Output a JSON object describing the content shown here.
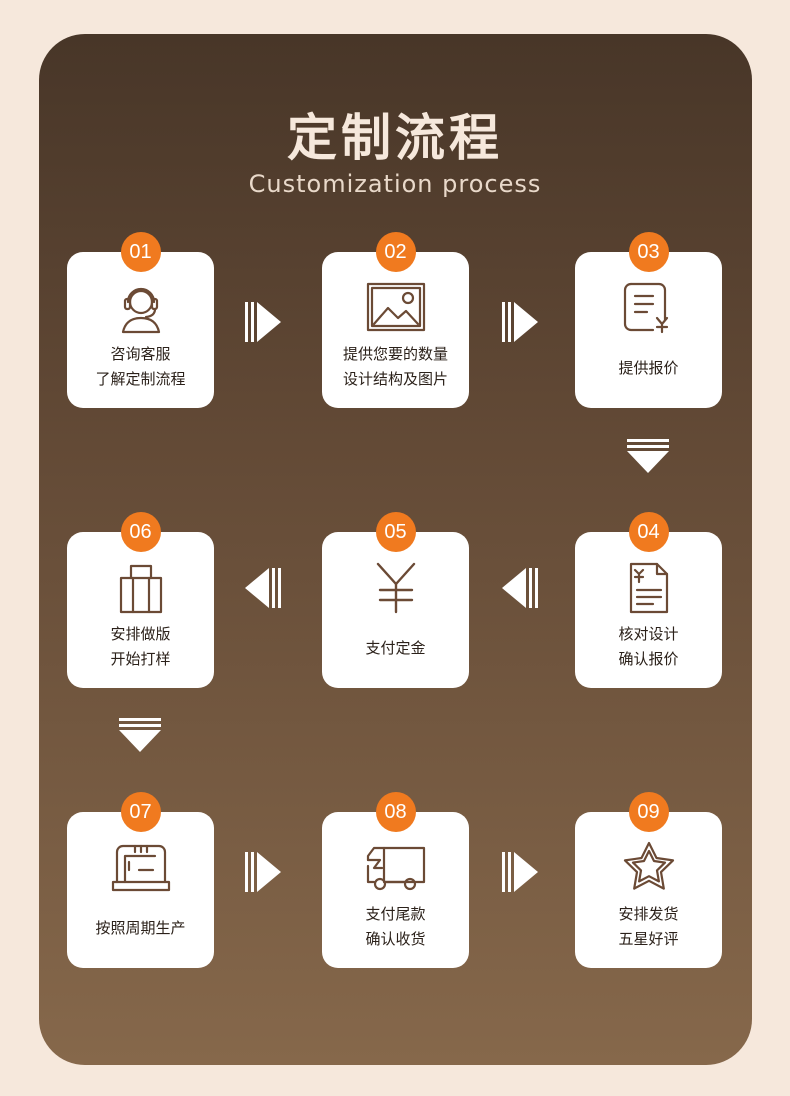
{
  "header": {
    "title": "定制流程",
    "subtitle": "Customization process"
  },
  "colors": {
    "badge": "#f07a1f",
    "panel_top": "#483628",
    "panel_bottom": "#86684b",
    "page_bg": "#f6e8dc",
    "icon_stroke": "#6b4a35"
  },
  "steps": [
    {
      "number": "01",
      "icon": "customer-service-icon",
      "line1": "咨询客服",
      "line2": "了解定制流程"
    },
    {
      "number": "02",
      "icon": "image-icon",
      "line1": "提供您要的数量",
      "line2": "设计结构及图片"
    },
    {
      "number": "03",
      "icon": "quote-document-icon",
      "line1": "提供报价",
      "line2": ""
    },
    {
      "number": "04",
      "icon": "design-document-icon",
      "line1": "核对设计",
      "line2": "确认报价"
    },
    {
      "number": "05",
      "icon": "yen-icon",
      "line1": "支付定金",
      "line2": ""
    },
    {
      "number": "06",
      "icon": "bag-icon",
      "line1": "安排做版",
      "line2": "开始打样"
    },
    {
      "number": "07",
      "icon": "sewing-machine-icon",
      "line1": "按照周期生产",
      "line2": ""
    },
    {
      "number": "08",
      "icon": "truck-icon",
      "line1": "支付尾款",
      "line2": "确认收货"
    },
    {
      "number": "09",
      "icon": "star-icon",
      "line1": "安排发货",
      "line2": "五星好评"
    }
  ]
}
